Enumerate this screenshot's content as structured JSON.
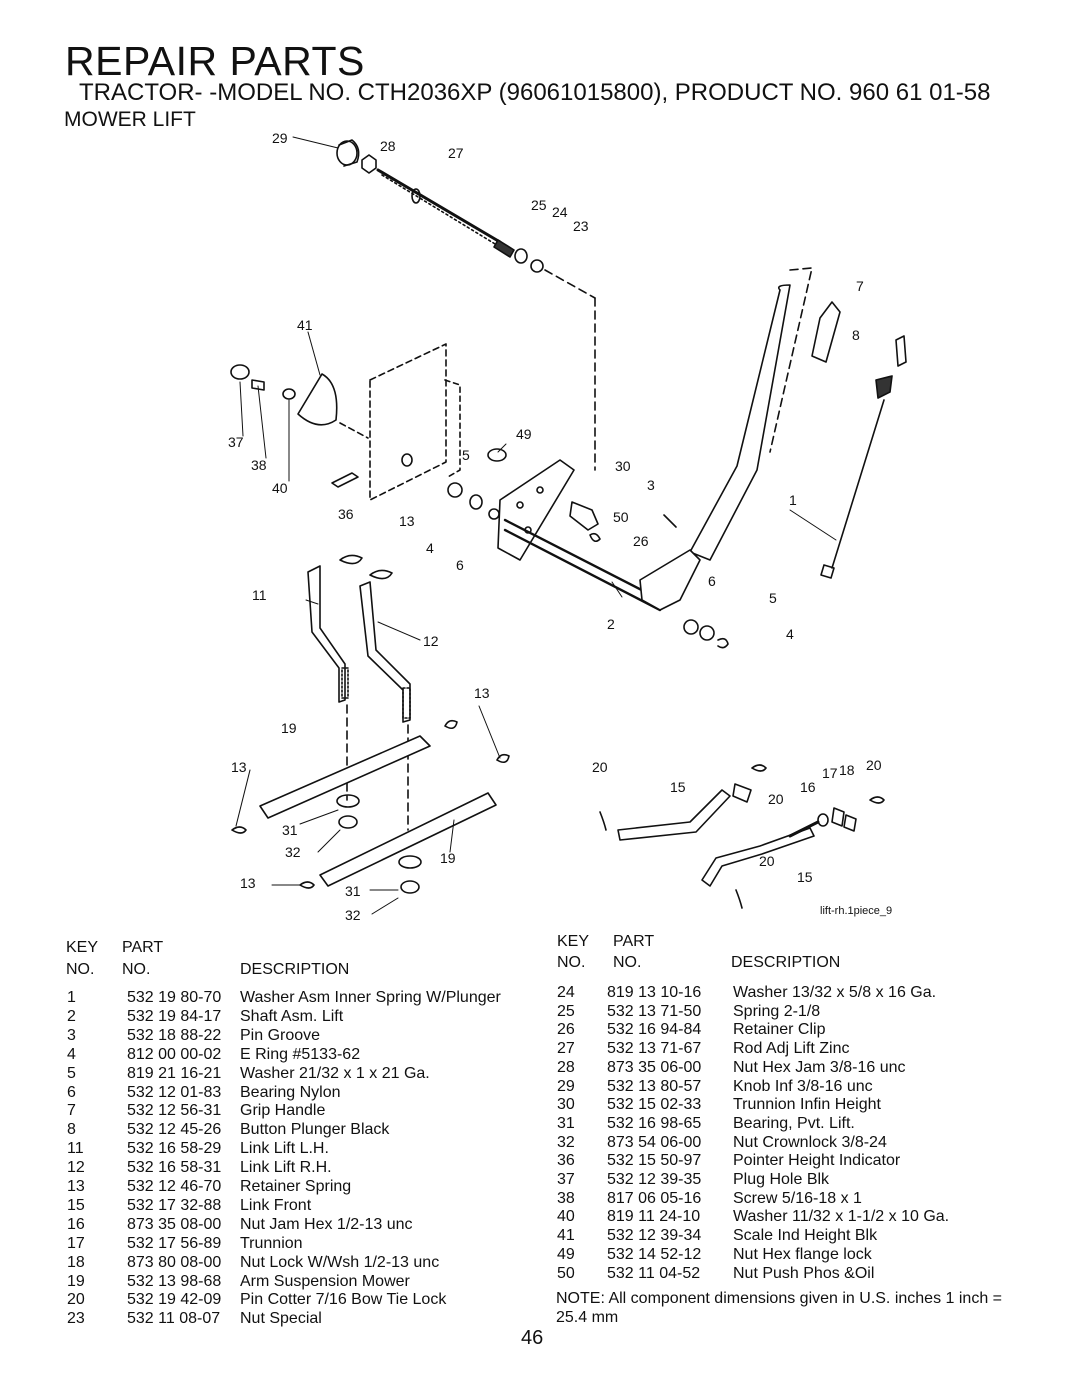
{
  "header": {
    "title": "REPAIR PARTS",
    "subtitle": "TRACTOR- -MODEL NO. CTH2036XP (96061015800), PRODUCT NO. 960 61 01-58",
    "section": "MOWER LIFT"
  },
  "diagram": {
    "code": "lift-rh.1piece_9",
    "callouts": [
      "29",
      "28",
      "27",
      "25",
      "24",
      "23",
      "7",
      "8",
      "41",
      "37",
      "38",
      "40",
      "49",
      "5",
      "30",
      "3",
      "1",
      "36",
      "13",
      "4",
      "6",
      "50",
      "26",
      "11",
      "12",
      "6",
      "5",
      "2",
      "4",
      "13",
      "19",
      "13",
      "31",
      "32",
      "19",
      "13",
      "31",
      "32",
      "20",
      "15",
      "16",
      "17",
      "18",
      "20",
      "20",
      "20",
      "15"
    ]
  },
  "table_headers": {
    "key": "KEY",
    "part": "PART",
    "no_key": "NO.",
    "no_part": "NO.",
    "description": "DESCRIPTION"
  },
  "parts_left": [
    {
      "key": "1",
      "part": "532 19 80-70",
      "desc": "Washer Asm Inner Spring W/Plunger"
    },
    {
      "key": "2",
      "part": "532 19 84-17",
      "desc": "Shaft Asm. Lift"
    },
    {
      "key": "3",
      "part": "532 18 88-22",
      "desc": "Pin Groove"
    },
    {
      "key": "4",
      "part": "812 00 00-02",
      "desc": "E Ring #5133-62"
    },
    {
      "key": "5",
      "part": "819 21 16-21",
      "desc": "Washer 21/32 x 1 x 21 Ga."
    },
    {
      "key": "6",
      "part": "532 12 01-83",
      "desc": "Bearing Nylon"
    },
    {
      "key": "7",
      "part": "532 12 56-31",
      "desc": "Grip Handle"
    },
    {
      "key": "8",
      "part": "532 12 45-26",
      "desc": "Button Plunger Black"
    },
    {
      "key": "11",
      "part": "532 16 58-29",
      "desc": "Link Lift L.H."
    },
    {
      "key": "12",
      "part": "532 16 58-31",
      "desc": "Link Lift R.H."
    },
    {
      "key": "13",
      "part": "532 12 46-70",
      "desc": "Retainer Spring"
    },
    {
      "key": "15",
      "part": "532 17 32-88",
      "desc": "Link Front"
    },
    {
      "key": "16",
      "part": "873 35 08-00",
      "desc": "Nut Jam Hex 1/2-13 unc"
    },
    {
      "key": "17",
      "part": "532 17 56-89",
      "desc": "Trunnion"
    },
    {
      "key": "18",
      "part": "873 80 08-00",
      "desc": "Nut Lock W/Wsh 1/2-13 unc"
    },
    {
      "key": "19",
      "part": "532 13 98-68",
      "desc": "Arm Suspension Mower"
    },
    {
      "key": "20",
      "part": "532 19 42-09",
      "desc": "Pin Cotter 7/16 Bow Tie Lock"
    },
    {
      "key": "23",
      "part": "532 11 08-07",
      "desc": "Nut Special"
    }
  ],
  "parts_right": [
    {
      "key": "24",
      "part": "819 13 10-16",
      "desc": "Washer 13/32 x 5/8 x 16 Ga."
    },
    {
      "key": "25",
      "part": "532 13 71-50",
      "desc": "Spring 2-1/8"
    },
    {
      "key": "26",
      "part": "532 16 94-84",
      "desc": "Retainer Clip"
    },
    {
      "key": "27",
      "part": "532 13 71-67",
      "desc": "Rod Adj Lift Zinc"
    },
    {
      "key": "28",
      "part": "873 35 06-00",
      "desc": "Nut Hex Jam 3/8-16 unc"
    },
    {
      "key": "29",
      "part": "532 13 80-57",
      "desc": "Knob Inf 3/8-16 unc"
    },
    {
      "key": "30",
      "part": "532 15 02-33",
      "desc": "Trunnion Infin Height"
    },
    {
      "key": "31",
      "part": "532 16 98-65",
      "desc": "Bearing, Pvt. Lift."
    },
    {
      "key": "32",
      "part": "873 54 06-00",
      "desc": "Nut Crownlock 3/8-24"
    },
    {
      "key": "36",
      "part": "532 15 50-97",
      "desc": "Pointer Height Indicator"
    },
    {
      "key": "37",
      "part": "532 12 39-35",
      "desc": "Plug Hole Blk"
    },
    {
      "key": "38",
      "part": "817 06 05-16",
      "desc": "Screw  5/16-18 x 1"
    },
    {
      "key": "40",
      "part": "819 11 24-10",
      "desc": "Washer 11/32 x 1-1/2 x 10 Ga."
    },
    {
      "key": "41",
      "part": "532 12 39-34",
      "desc": "Scale Ind Height Blk"
    },
    {
      "key": "49",
      "part": "532 14 52-12",
      "desc": "Nut Hex flange lock"
    },
    {
      "key": "50",
      "part": "532 11 04-52",
      "desc": "Nut Push Phos &Oil"
    }
  ],
  "note": "NOTE:  All component dimensions given in U.S. inches 1 inch = 25.4 mm",
  "page_number": "46"
}
